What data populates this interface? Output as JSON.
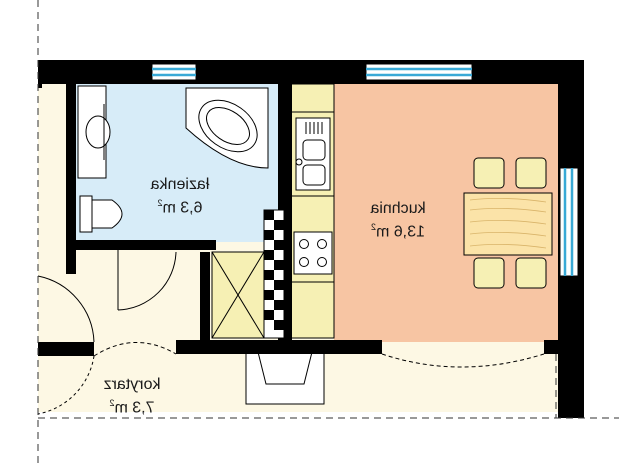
{
  "rooms": {
    "bathroom": {
      "name": "łazienka",
      "area": "6,3 m",
      "unit_exp": "2"
    },
    "kitchen": {
      "name": "kuchnia",
      "area": "13,6 m",
      "unit_exp": "2"
    },
    "corridor": {
      "name": "korytarz",
      "area": "7,3 m",
      "unit_exp": "2"
    }
  },
  "colors": {
    "wall": "#000000",
    "bathroom_floor": "#d7ecf8",
    "kitchen_floor": "#f7c5a3",
    "corridor_floor": "#fdf8e4",
    "counter": "#f6f0b4",
    "window": "#39a9d6",
    "wood_table": "#fbe3a8"
  }
}
